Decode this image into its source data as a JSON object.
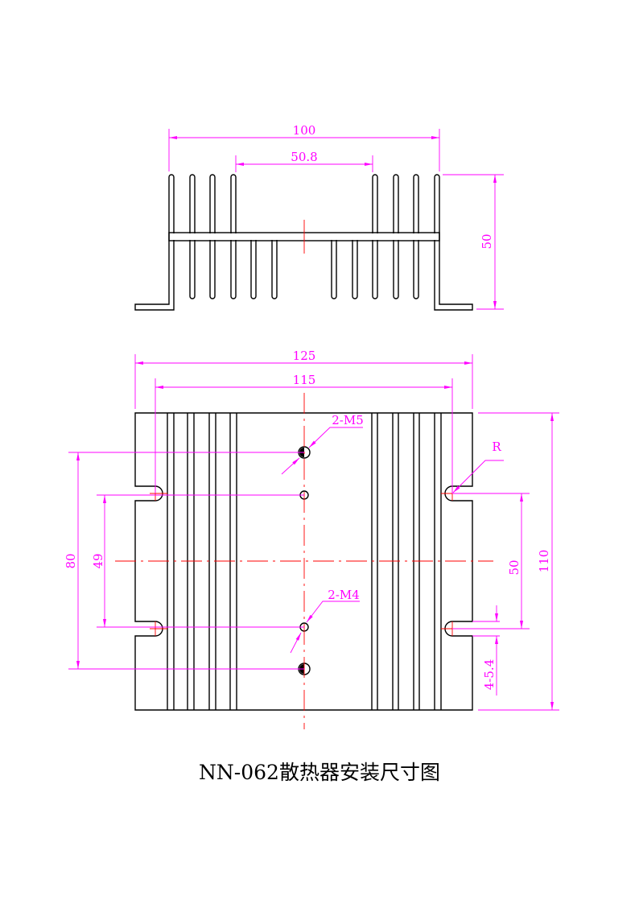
{
  "title": "NN-062散热器安装尺寸图",
  "colors": {
    "outline": "#000000",
    "dimension": "#ff00ff",
    "centerline": "#ff0000"
  },
  "top_view": {
    "dim_width": "100",
    "dim_inner": "50.8",
    "dim_height": "50"
  },
  "bottom_view": {
    "dim_overall_width": "125",
    "dim_slot_spacing": "115",
    "dim_overall_height": "110",
    "dim_hole_m5_spacing": "80",
    "dim_hole_m4_spacing": "49",
    "dim_slot_vertical": "50",
    "dim_slot_width": "4-5.4",
    "label_radius": "R",
    "label_m5": "2-M5",
    "label_m4": "2-M4"
  }
}
